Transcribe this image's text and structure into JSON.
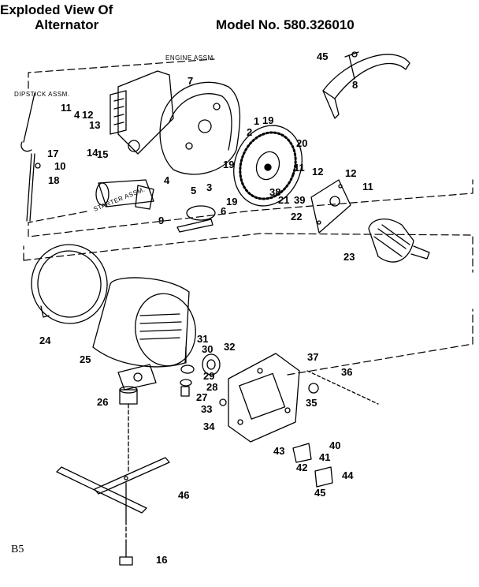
{
  "title": {
    "line1": "Exploded View Of",
    "line2": "Alternator",
    "model": "Model No. 580.326010"
  },
  "page_code": "B5",
  "assemblies": [
    {
      "id": "engine",
      "label": "ENGINE ASSM"
    },
    {
      "id": "dipstick",
      "label": "DIPSTICK ASSM."
    },
    {
      "id": "starter",
      "label": "STARTER ASSM."
    }
  ],
  "callouts": [
    {
      "id": "c45a",
      "text": "45"
    },
    {
      "id": "c8",
      "text": "8"
    },
    {
      "id": "c7",
      "text": "7"
    },
    {
      "id": "c11a",
      "text": "11"
    },
    {
      "id": "c4",
      "text": "4"
    },
    {
      "id": "c12a",
      "text": "12"
    },
    {
      "id": "c13",
      "text": "13"
    },
    {
      "id": "c14",
      "text": "14"
    },
    {
      "id": "c15",
      "text": "15"
    },
    {
      "id": "c17",
      "text": "17"
    },
    {
      "id": "c10",
      "text": "10"
    },
    {
      "id": "c18",
      "text": "18"
    },
    {
      "id": "c1",
      "text": "1"
    },
    {
      "id": "c2",
      "text": "2"
    },
    {
      "id": "c19a",
      "text": "19"
    },
    {
      "id": "c20",
      "text": "20"
    },
    {
      "id": "c19b",
      "text": "19"
    },
    {
      "id": "c11b",
      "text": "11"
    },
    {
      "id": "c12b",
      "text": "12"
    },
    {
      "id": "c12c",
      "text": "12"
    },
    {
      "id": "c11c",
      "text": "11"
    },
    {
      "id": "c4b",
      "text": "4"
    },
    {
      "id": "c3",
      "text": "3"
    },
    {
      "id": "c5",
      "text": "5"
    },
    {
      "id": "c19c",
      "text": "19"
    },
    {
      "id": "c38",
      "text": "38"
    },
    {
      "id": "c21",
      "text": "21"
    },
    {
      "id": "c39",
      "text": "39"
    },
    {
      "id": "c6",
      "text": "6"
    },
    {
      "id": "c9",
      "text": "9"
    },
    {
      "id": "c22",
      "text": "22"
    },
    {
      "id": "c23",
      "text": "23"
    },
    {
      "id": "c24",
      "text": "24"
    },
    {
      "id": "c25",
      "text": "25"
    },
    {
      "id": "c31",
      "text": "31"
    },
    {
      "id": "c30",
      "text": "30"
    },
    {
      "id": "c32",
      "text": "32"
    },
    {
      "id": "c29",
      "text": "29"
    },
    {
      "id": "c28",
      "text": "28"
    },
    {
      "id": "c27",
      "text": "27"
    },
    {
      "id": "c26",
      "text": "26"
    },
    {
      "id": "c33",
      "text": "33"
    },
    {
      "id": "c34",
      "text": "34"
    },
    {
      "id": "c37",
      "text": "37"
    },
    {
      "id": "c36",
      "text": "36"
    },
    {
      "id": "c35",
      "text": "35"
    },
    {
      "id": "c40",
      "text": "40"
    },
    {
      "id": "c43",
      "text": "43"
    },
    {
      "id": "c41",
      "text": "41"
    },
    {
      "id": "c42",
      "text": "42"
    },
    {
      "id": "c44",
      "text": "44"
    },
    {
      "id": "c45b",
      "text": "45"
    },
    {
      "id": "c46",
      "text": "46"
    },
    {
      "id": "c16",
      "text": "16"
    }
  ]
}
